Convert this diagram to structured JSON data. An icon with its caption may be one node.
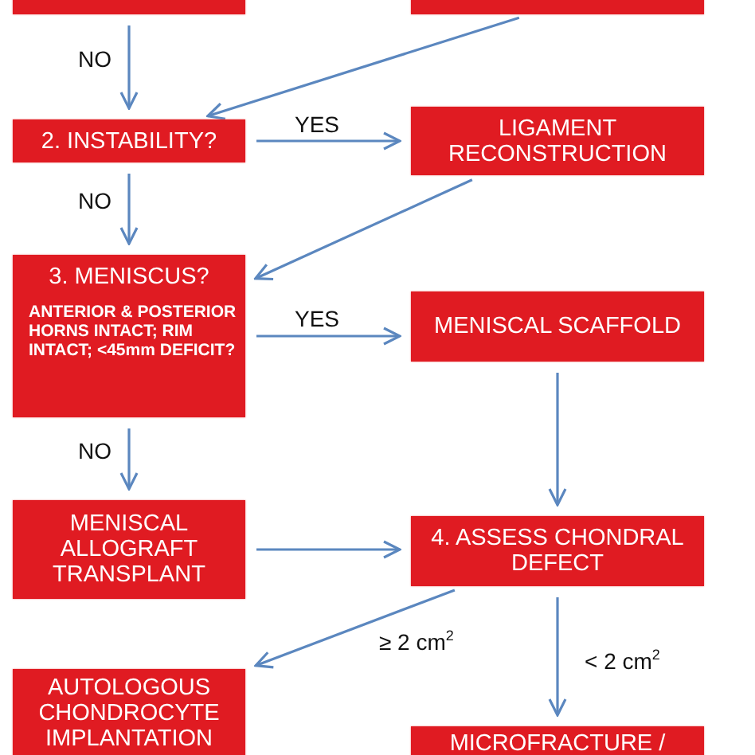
{
  "diagram": {
    "nodes": [
      {
        "text": [],
        "shape": "box"
      },
      {
        "text": [],
        "shape": "box"
      },
      {
        "text": [
          "2. INSTABILITY?"
        ]
      },
      {
        "text": [
          "LIGAMENT RECONSTRUCTION"
        ]
      },
      {
        "text": [
          "3. MENISCUS?",
          "ANTERIOR & POSTERIOR HORNS INTACT; RIM INTACT; <45mm DEFICIT?"
        ]
      },
      {
        "text": [
          "MENISCAL SCAFFOLD"
        ]
      },
      {
        "text": [
          "MENISCAL ALLOGRAFT TRANSPLANT"
        ]
      },
      {
        "text": [
          "4. ASSESS CHONDRAL DEFECT"
        ]
      },
      {
        "text": [
          "AUTOLOGOUS CHONDROCYTE IMPLANTATION"
        ]
      },
      {
        "text": [
          "MICROFRACTURE /"
        ]
      }
    ],
    "edges": [
      {
        "from": 0,
        "to": 2,
        "arrow": "to",
        "label": "NO"
      },
      {
        "from": 1,
        "to": 2,
        "arrow": "to"
      },
      {
        "from": 2,
        "to": 3,
        "arrow": "to",
        "label": "YES"
      },
      {
        "from": 3,
        "to": 4,
        "arrow": "to"
      },
      {
        "from": 2,
        "to": 4,
        "arrow": "to",
        "label": "NO"
      },
      {
        "from": 4,
        "to": 5,
        "arrow": "to",
        "label": "YES"
      },
      {
        "from": 4,
        "to": 6,
        "arrow": "to",
        "label": "NO"
      },
      {
        "from": 5,
        "to": 7,
        "arrow": "to"
      },
      {
        "from": 6,
        "to": 7,
        "arrow": "to"
      },
      {
        "from": 7,
        "to": 8,
        "arrow": "to",
        "label": "≥ 2 cm$^{2}$"
      },
      {
        "from": 7,
        "to": 9,
        "arrow": "to",
        "label": "< 2 cm$^{2}$"
      }
    ]
  }
}
